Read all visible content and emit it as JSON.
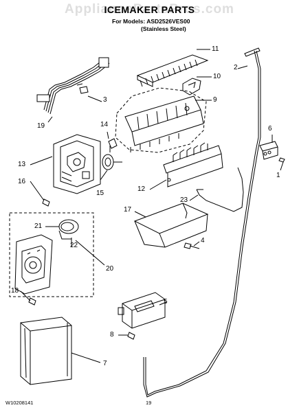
{
  "watermark": "AppliancePartsPros.com",
  "title": "ICEMAKER PARTS",
  "models_line": "For Models: ASD2526VES00",
  "variant_line": "(Stainless Steel)",
  "callouts": [
    "1",
    "2",
    "3",
    "4",
    "5",
    "6",
    "7",
    "8",
    "9",
    "10",
    "11",
    "12",
    "13",
    "14",
    "15",
    "16",
    "17",
    "18",
    "19",
    "20",
    "21",
    "22",
    "23"
  ],
  "footer_left": "W10208141",
  "footer_page": "19"
}
